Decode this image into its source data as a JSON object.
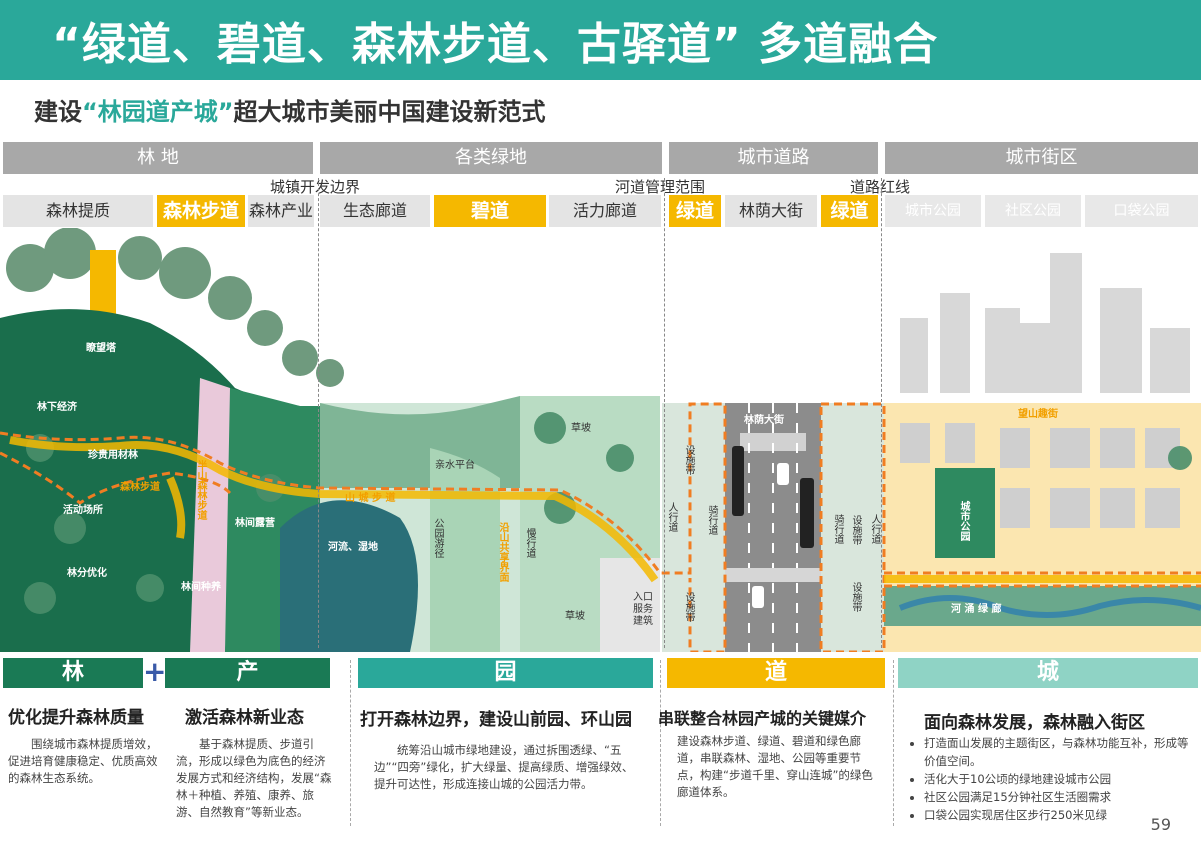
{
  "header": {
    "title": "“绿道、碧道、森林步道、古驿道” 多道融合",
    "subtitle_pre": "建设",
    "subtitle_hl": "“林园道产城”",
    "subtitle_post": "超大城市美丽中国建设新范式"
  },
  "categories": [
    "林 地",
    "各类绿地",
    "城市道路",
    "城市街区"
  ],
  "subcategories": [
    "森林提质",
    "森林步道",
    "森林产业",
    "生态廊道",
    "碧道",
    "活力廊道",
    "绿道",
    "林荫大街",
    "绿道",
    "城市公园",
    "社区公园",
    "口袋公园"
  ],
  "boundaries": [
    "城镇开发边界",
    "河道管理范围",
    "道路红线"
  ],
  "diagram_labels": {
    "tower": "瞭望塔",
    "forest_economy": "林下经济",
    "precious_timber": "珍贵用材林",
    "forest_trail": "森林步道",
    "hillside_trail": "半山森林步道",
    "activity_area": "活动场所",
    "forest_camp": "林间露营",
    "forest_optimize": "林分优化",
    "forest_breeding": "林间种养",
    "mountain_path": "山 城 步 道",
    "waterside_platform": "亲水平台",
    "river_wetland": "河流、湿地",
    "park_trail": "公园游径",
    "shared_interface": "沿山共享界面",
    "slow_lane": "慢行道",
    "grass_slope_1": "草坡",
    "grass_slope_2": "草坡",
    "entrance_building": "入口服务建筑",
    "boulevard": "林荫大街",
    "facility_belt_1": "设施带",
    "facility_belt_2": "设施带",
    "facility_belt_3": "设施带",
    "facility_belt_4": "设施带",
    "sidewalk_1": "人行道",
    "sidewalk_2": "人行道",
    "bike_lane_1": "骑行道",
    "bike_lane_2": "骑行道",
    "mountain_street": "望山趣街",
    "city_park": "城市公园",
    "river_corridor": "河 涌 绿 廊"
  },
  "sections": [
    {
      "label": "林",
      "color": "#1a7a55"
    },
    {
      "label": "产",
      "color": "#1a7a55"
    },
    {
      "label": "园",
      "color": "#2aa89a"
    },
    {
      "label": "道",
      "color": "#f5b800"
    },
    {
      "label": "城",
      "color": "#8fd3c5"
    }
  ],
  "plus_sign": "+",
  "blocks": {
    "lin": {
      "heading": "优化提升森林质量",
      "text": "围绕城市森林提质增效，促进培育健康稳定、优质高效的森林生态系统。"
    },
    "chan": {
      "heading": "激活森林新业态",
      "text": "基于森林提质、步道引流，形成以绿色为底色的经济发展方式和经济结构，发展“森林＋种植、养殖、康养、旅游、自然教育”等新业态。"
    },
    "yuan": {
      "heading": "打开森林边界，建设山前园、环山园",
      "text": "统筹沿山城市绿地建设，通过拆围透绿、“五边”“四旁”绿化，扩大绿量、提高绿质、增强绿效、提升可达性，形成连接山城的公园活力带。"
    },
    "dao": {
      "heading": "串联整合林园产城的关键媒介",
      "text": "建设森林步道、绿道、碧道和绿色廊道，串联森林、湿地、公园等重要节点，构建“步道千里、穿山连城”的绿色廊道体系。"
    },
    "cheng": {
      "heading": "面向森林发展，森林融入街区",
      "bullets": [
        "打造面山发展的主题街区，与森林功能互补，形成等价值空间。",
        "活化大于10公顷的绿地建设城市公园",
        "社区公园满足15分钟社区生活圈需求",
        "口袋公园实现居住区步行250米见绿"
      ]
    }
  },
  "page_number": "59",
  "colors": {
    "teal": "#2aa89a",
    "dark_green": "#1a7a55",
    "yellow": "#f5b800",
    "orange_path": "#f07d22",
    "grey_header": "#a8a8a8"
  }
}
